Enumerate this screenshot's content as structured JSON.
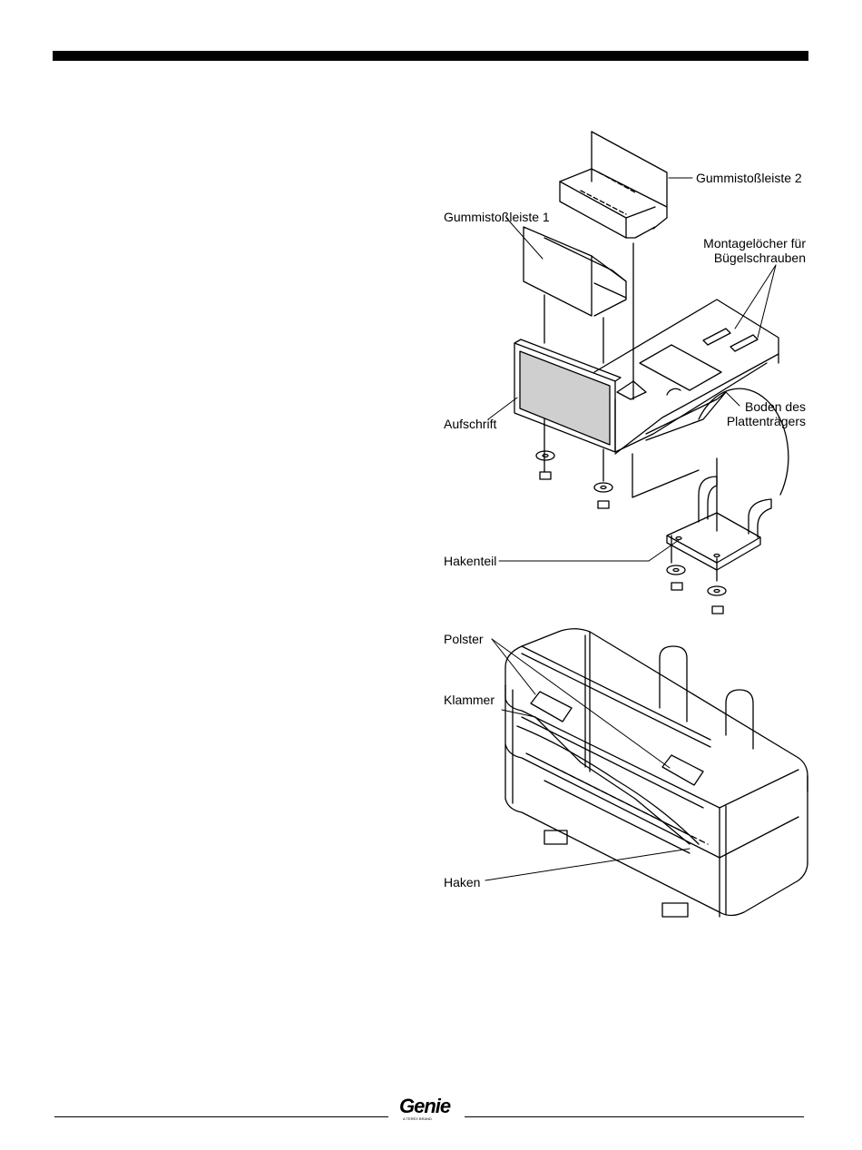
{
  "labels": {
    "bumper2": "Gummistoßleiste 2",
    "bumper1": "Gummistoßleiste 1",
    "mounting_holes_line1": "Montagelöcher für",
    "mounting_holes_line2": "Bügelschrauben",
    "decal": "Aufschrift",
    "base_line1": "Boden des",
    "base_line2": "Plattenträgers",
    "hook_part": "Hakenteil",
    "pad": "Polster",
    "clamp": "Klammer",
    "hook": "Haken"
  },
  "footer": {
    "brand": "Genie",
    "tagline": "A TEREX BRAND"
  },
  "colors": {
    "ink": "#000000",
    "decal_fill": "#cfcfcf"
  }
}
